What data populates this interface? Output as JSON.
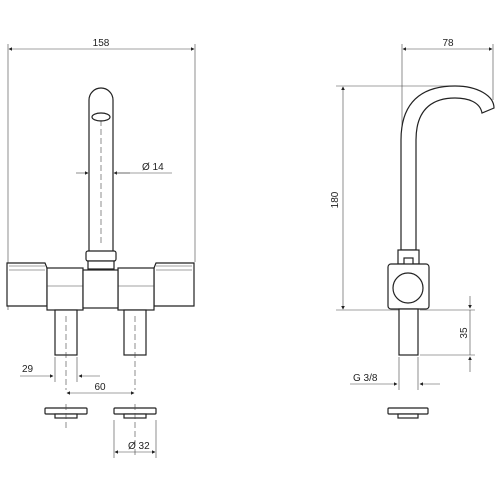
{
  "front_view": {
    "width_dim": "158",
    "spout_diameter": "Ø 14",
    "inlet_offset": "29",
    "inlet_spacing": "60",
    "flange_diameter": "Ø 32"
  },
  "side_view": {
    "spout_reach": "78",
    "height": "180",
    "inlet_length": "35",
    "thread": "G 3/8"
  }
}
